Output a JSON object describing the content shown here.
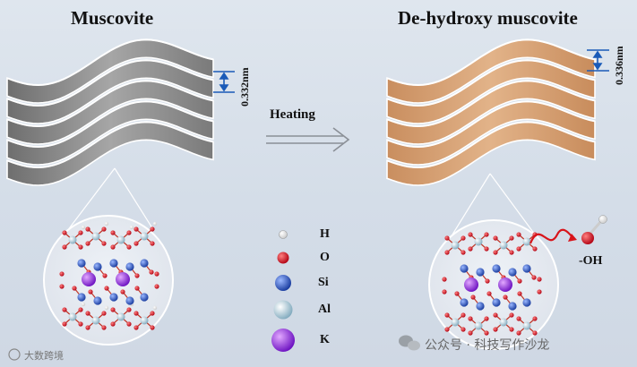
{
  "left": {
    "title": "Muscovite",
    "spacing": "0.332nm"
  },
  "right": {
    "title": "De-hydroxy muscovite",
    "spacing": "0.336nm"
  },
  "arrow_label": "Heating",
  "legend": [
    {
      "symbol": "H",
      "color": "#ffffff"
    },
    {
      "symbol": "O",
      "color": "#d8141a"
    },
    {
      "symbol": "Si",
      "color": "#1f4fc7"
    },
    {
      "symbol": "Al",
      "color": "#b9d9e6"
    },
    {
      "symbol": "K",
      "color": "#8a2be2"
    }
  ],
  "released_group": "-OH",
  "watermark": {
    "left": "大数跨境",
    "right": "公众号 · 科技写作沙龙"
  },
  "colors": {
    "muscovite_sheet": "#8f8f8f",
    "dehydroxy_sheet": "#d7a072",
    "background": "#d9e1ea"
  }
}
